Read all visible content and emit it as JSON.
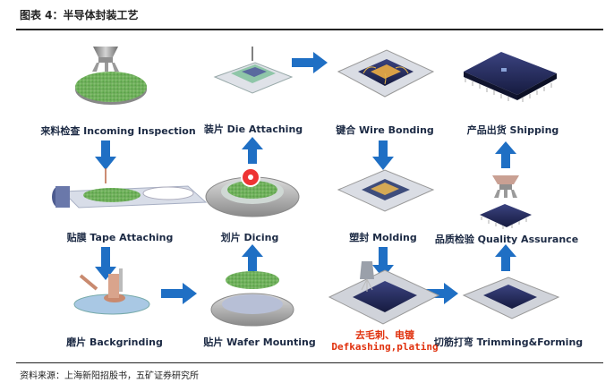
{
  "figure": {
    "title": "图表 4：半导体封装工艺",
    "source": "资料来源：上海新阳招股书，五矿证券研究所"
  },
  "steps": {
    "incoming": "来料检查 Incoming Inspection",
    "die_attach": "装片 Die Attaching",
    "wire_bond": "键合 Wire Bonding",
    "shipping": "产品出货 Shipping",
    "tape": "贴膜 Tape Attaching",
    "dicing": "划片 Dicing",
    "molding": "塑封 Molding",
    "quality": "品质检验 Quality Assurance",
    "backgrind": "磨片 Backgrinding",
    "wafer_mount": "贴片 Wafer Mounting",
    "deflash_cn": "去毛刺、电镀",
    "deflash_en": "Defkashing,plating",
    "trim": "切筋打弯 Trimming&Forming"
  },
  "colors": {
    "arrow": "#1f6fc4",
    "label": "#1c2a44",
    "highlight": "#e0300c",
    "wafer": "#6fb85a",
    "chip": "#232a5c"
  }
}
